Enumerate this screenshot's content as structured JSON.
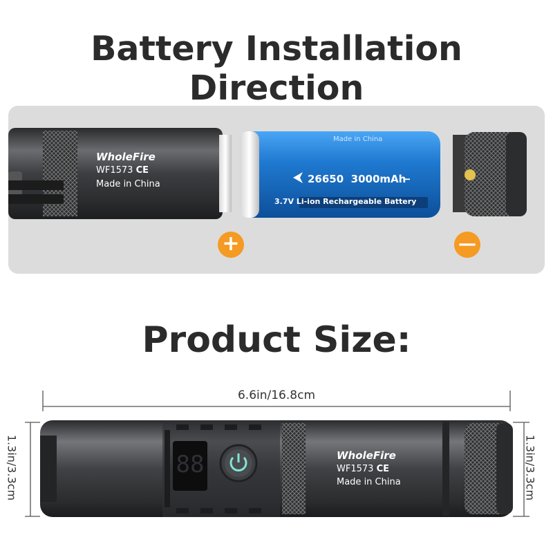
{
  "headings": {
    "battery_direction": "Battery Installation Direction",
    "product_size": "Product Size:"
  },
  "battery_panel": {
    "plus_symbol": "+",
    "minus_symbol": "—",
    "flashlight_brand": "WholeFire",
    "flashlight_model": "WF1573",
    "flashlight_mark": "CE",
    "flashlight_origin": "Made in China",
    "battery_origin": "Made in China",
    "battery_spec": "26650  3000mAh",
    "battery_minus": "−",
    "battery_type": "3.7V Li-ion Rechargeable Battery"
  },
  "size_panel": {
    "length": "6.6in/16.8cm",
    "diameter_left": "1.3in/3.3cm",
    "diameter_right": "1.3in/3.3cm",
    "flashlight_brand": "WholeFire",
    "flashlight_model": "WF1573",
    "flashlight_mark": "CE",
    "flashlight_origin": "Made in China",
    "display_digits": "88"
  },
  "colors": {
    "accent": "#f59a23",
    "battery_blue": "#1f7ad1",
    "body_dark": "#3b3d40",
    "panel_bg": "#dcdcdc"
  }
}
